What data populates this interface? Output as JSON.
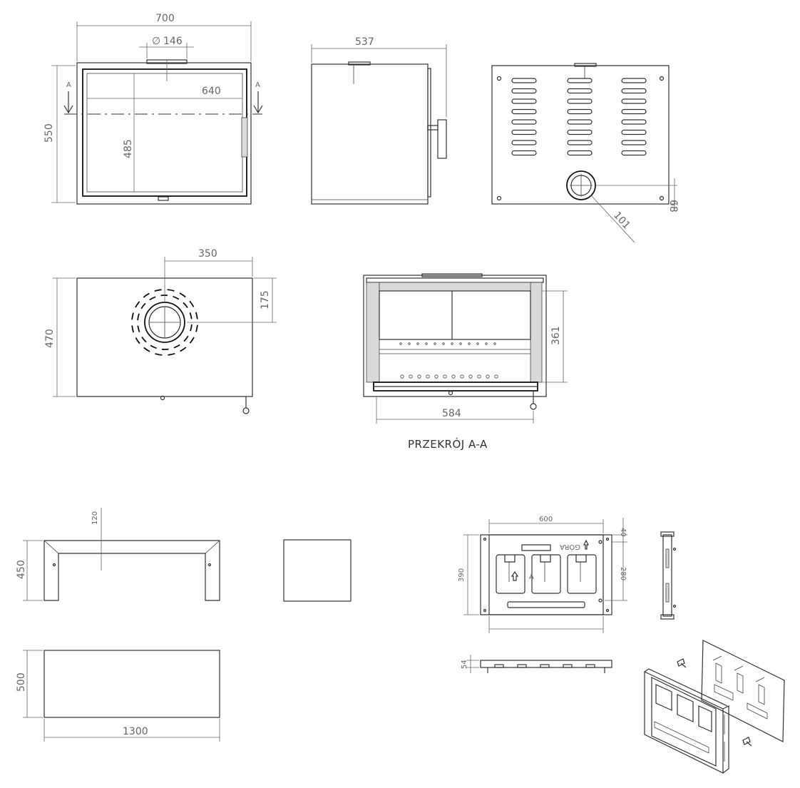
{
  "sheet": {
    "section_title": "PRZEKRÓJ A-A",
    "section_marker": "A"
  },
  "dimensions": {
    "front_width": "700",
    "front_height": "550",
    "outlet_diameter": "146",
    "diameter_symbol": "∅",
    "front_opening_width": "640",
    "front_opening_height": "485",
    "side_depth": "537",
    "rear_outlet_height": "68",
    "rear_outlet_diameter": "101",
    "top_outlet_offset": "350",
    "top_outlet_depth": "175",
    "top_depth": "470",
    "section_height": "361",
    "section_width": "584",
    "hood_height": "120",
    "hood_total_height": "450",
    "panel_height": "500",
    "panel_width": "1300",
    "grille_width": "600",
    "grille_top": "40",
    "grille_height": "390",
    "grille_inner_height": "280",
    "grille_thickness": "54"
  },
  "labels": {
    "grille_marking": "GÓRA",
    "grille_marking_cut": "A"
  },
  "colors": {
    "line": "#333333",
    "dimension": "#666666",
    "fill": "#d9d9d9"
  }
}
